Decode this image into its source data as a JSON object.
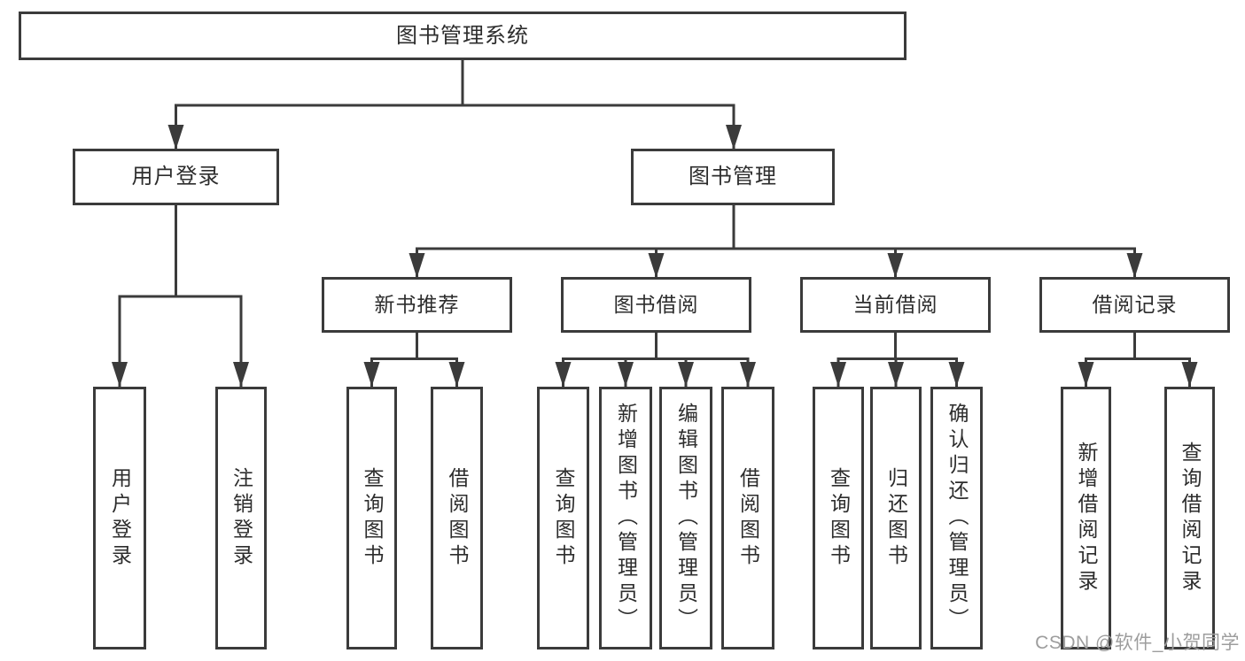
{
  "diagram": {
    "root": {
      "label": "图书管理系统"
    },
    "branches": [
      {
        "label": "用户登录",
        "children": [
          {
            "label": "用户登录"
          },
          {
            "label": "注销登录"
          }
        ]
      },
      {
        "label": "图书管理",
        "children": [
          {
            "label": "新书推荐",
            "children": [
              {
                "label": "查询图书"
              },
              {
                "label": "借阅图书"
              }
            ]
          },
          {
            "label": "图书借阅",
            "children": [
              {
                "label": "查询图书"
              },
              {
                "label": "新增图书（管理员）"
              },
              {
                "label": "编辑图书（管理员）"
              },
              {
                "label": "借阅图书"
              }
            ]
          },
          {
            "label": "当前借阅",
            "children": [
              {
                "label": "查询图书"
              },
              {
                "label": "归还图书"
              },
              {
                "label": "确认归还（管理员）"
              }
            ]
          },
          {
            "label": "借阅记录",
            "children": [
              {
                "label": "新增借阅记录"
              },
              {
                "label": "查询借阅记录"
              }
            ]
          }
        ]
      }
    ],
    "colors": {
      "line": "#3b3b3b",
      "text": "#2d2d2d",
      "watermark": "#9d9d9d",
      "background": "#ffffff"
    },
    "watermark": "CSDN @软件_小贺同学"
  }
}
